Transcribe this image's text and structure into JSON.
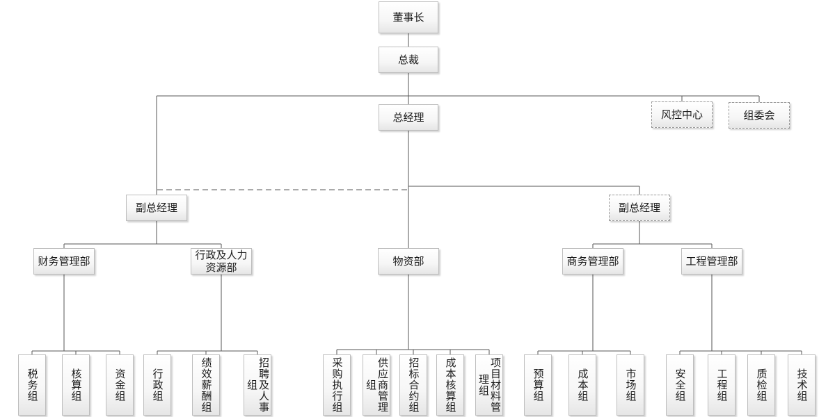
{
  "top": {
    "chairman": "董事长",
    "president": "总裁",
    "gm": "总经理",
    "risk": "风控中心",
    "committee": "组委会"
  },
  "vp": {
    "left": "副总经理",
    "right": "副总经理"
  },
  "departments": {
    "finance": "财务管理部",
    "hr": "行政及人力资源部",
    "materials": "物资部",
    "commerce": "商务管理部",
    "engineering": "工程管理部"
  },
  "groups": {
    "finance": [
      "税务组",
      "核算组",
      "资金组"
    ],
    "hr": [
      "行政组",
      "绩效薪酬组",
      "招聘及人事组"
    ],
    "materials": [
      "采购执行组",
      "供应商管理组",
      "招标合约组",
      "成本核算组",
      "项目材料管理组"
    ],
    "commerce": [
      "预算组",
      "成本组",
      "市场组"
    ],
    "engineering": [
      "安全组",
      "工程组",
      "质检组",
      "技术组"
    ]
  }
}
